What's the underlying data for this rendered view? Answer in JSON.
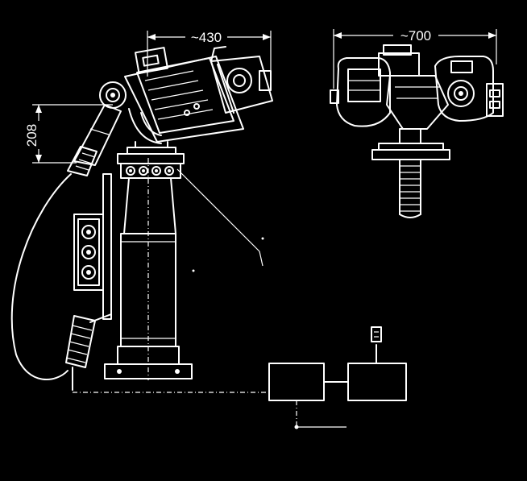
{
  "dimensions": {
    "reach_front": "~430",
    "height_nozzle": "208",
    "width_rear": "~700"
  },
  "colors": {
    "background": "#000000",
    "line": "#ffffff"
  }
}
